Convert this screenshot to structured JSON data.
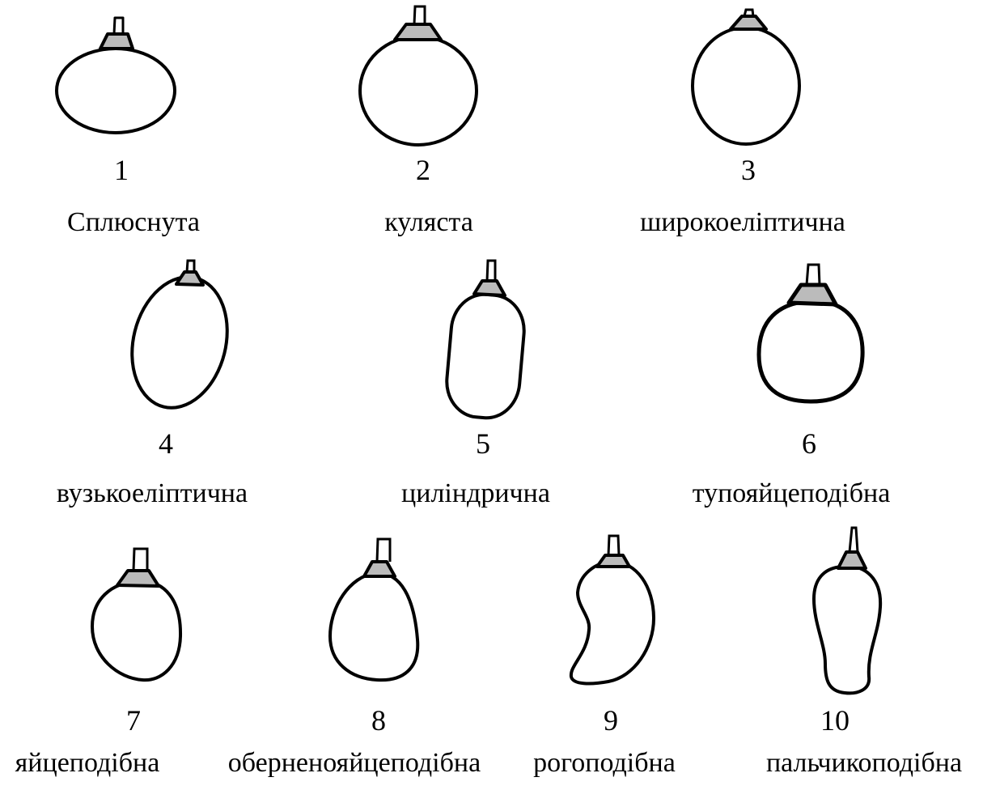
{
  "shapes": [
    {
      "id": 1,
      "number": "1",
      "name": "Сплюснута",
      "form": "oblate"
    },
    {
      "id": 2,
      "number": "2",
      "name": "куляста",
      "form": "round"
    },
    {
      "id": 3,
      "number": "3",
      "name": "широкоеліптична",
      "form": "broad-elliptic"
    },
    {
      "id": 4,
      "number": "4",
      "name": "вузькоеліптична",
      "form": "narrow-elliptic"
    },
    {
      "id": 5,
      "number": "5",
      "name": "циліндрична",
      "form": "cylindrical"
    },
    {
      "id": 6,
      "number": "6",
      "name": "тупояйцеподібна",
      "form": "blunt-ovoid"
    },
    {
      "id": 7,
      "number": "7",
      "name": "яйцеподібна",
      "form": "ovoid"
    },
    {
      "id": 8,
      "number": "8",
      "name": "оберненояйцеподібна",
      "form": "obovoid"
    },
    {
      "id": 9,
      "number": "9",
      "name": "рогоподібна",
      "form": "horn-shaped"
    },
    {
      "id": 10,
      "number": "10",
      "name": "пальчикоподібна",
      "form": "finger-shaped"
    }
  ]
}
